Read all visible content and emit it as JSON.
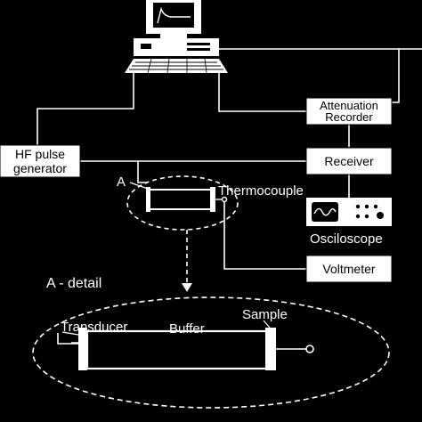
{
  "labels": {
    "hf_pulse_generator": [
      "HF pulse",
      "generator"
    ],
    "attenuation_recorder": [
      "Attenuation",
      "Recorder"
    ],
    "receiver": "Receiver",
    "oscilloscope": "Osciloscope",
    "voltmeter": "Voltmeter",
    "thermocouple": "Thermocouple",
    "marker_a": "A",
    "detail_title": "A - detail",
    "transducer": "Transducer",
    "buffer": "Buffer",
    "sample": "Sample"
  },
  "colors": {
    "background": "#000000",
    "foreground": "#ffffff"
  },
  "icons": {
    "computer": "computer-icon",
    "oscilloscope": "oscilloscope-icon"
  }
}
